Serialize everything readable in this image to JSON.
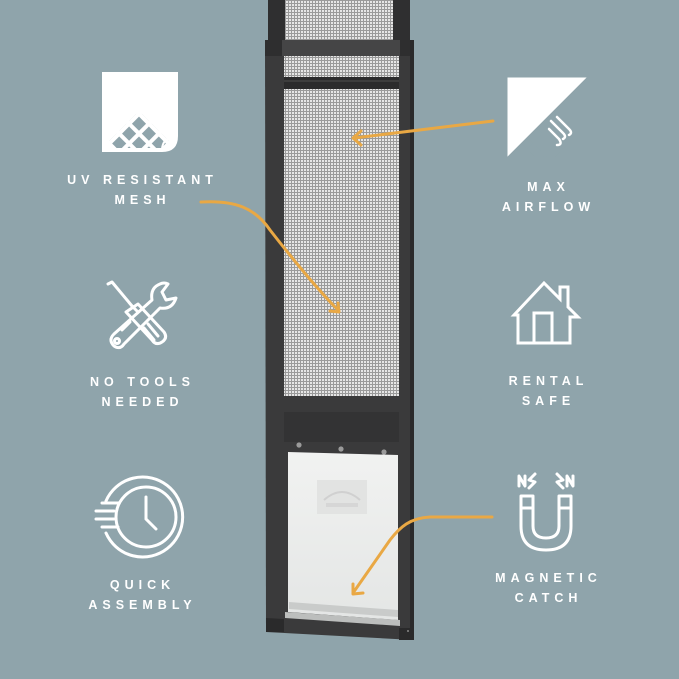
{
  "colors": {
    "background": "#8fa4ab",
    "frame": "#3a3a3b",
    "frame_dark": "#2b2b2c",
    "mesh": "#d8d8d8",
    "flap": "#eceeed",
    "arrow": "#e9a844",
    "icon": "#ffffff"
  },
  "features": {
    "left": [
      {
        "id": "uv-mesh",
        "icon": "mesh-square-icon",
        "line1": "UV RESISTANT",
        "line2": "MESH"
      },
      {
        "id": "no-tools",
        "icon": "wrench-screwdriver-icon",
        "line1": "NO TOOLS",
        "line2": "NEEDED"
      },
      {
        "id": "quick-assembly",
        "icon": "fast-clock-icon",
        "line1": "QUICK",
        "line2": "ASSEMBLY"
      }
    ],
    "right": [
      {
        "id": "max-airflow",
        "icon": "mesh-wind-icon",
        "line1": "MAX",
        "line2": "AIRFLOW"
      },
      {
        "id": "rental-safe",
        "icon": "house-icon",
        "line1": "RENTAL",
        "line2": "SAFE"
      },
      {
        "id": "magnetic-catch",
        "icon": "magnet-icon",
        "line1": "MAGNETIC",
        "line2": "CATCH"
      }
    ]
  },
  "product": {
    "name": "pet door screen panel",
    "flap_logo": "brand-logo"
  }
}
